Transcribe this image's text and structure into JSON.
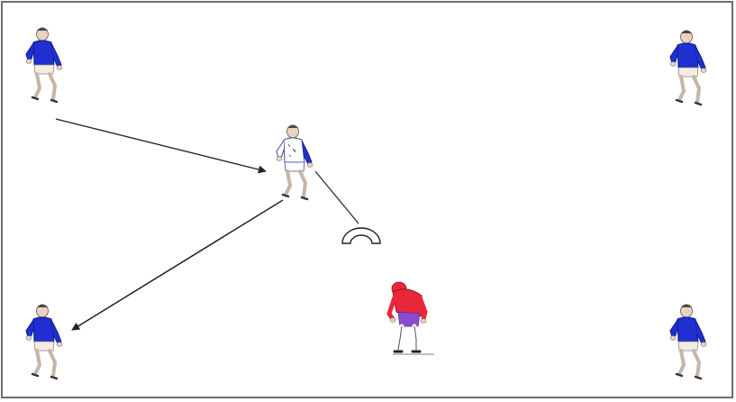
{
  "diagram": {
    "colors": {
      "attacker_shirt": "#1f2fd0",
      "attacker_shirt_dark": "#1020a8",
      "skin": "#e9d2bf",
      "hair": "#4a4a4a",
      "defender_shirt": "#e8283a",
      "defender_shorts": "#8a4ccf",
      "receiver_shirt": "#ffffff",
      "line": "#222222",
      "border": "#6e6e6e"
    },
    "players": [
      {
        "id": "attacker-top-left",
        "role": "attacker",
        "icon": "rugby-player-running-icon"
      },
      {
        "id": "attacker-top-right",
        "role": "attacker",
        "icon": "rugby-player-running-icon"
      },
      {
        "id": "attacker-bottom-left",
        "role": "attacker",
        "icon": "rugby-player-running-icon"
      },
      {
        "id": "attacker-bottom-right",
        "role": "attacker",
        "icon": "rugby-player-running-icon"
      },
      {
        "id": "ball-carrier-center",
        "role": "receiver",
        "icon": "rugby-player-running-icon"
      },
      {
        "id": "defender-crouching",
        "role": "defender",
        "icon": "rugby-player-crouching-icon"
      }
    ],
    "markers": [
      {
        "id": "cone-marker",
        "icon": "cone-marker-icon"
      }
    ],
    "arrows": [
      {
        "id": "pass-arrow-in",
        "from": "attacker-top-left",
        "to": "ball-carrier-center",
        "style": "arrow"
      },
      {
        "id": "pass-arrow-out",
        "from": "ball-carrier-center",
        "to": "attacker-bottom-left",
        "style": "arrow"
      },
      {
        "id": "run-line",
        "from": "ball-carrier-center",
        "to": "cone-marker",
        "style": "line"
      }
    ]
  }
}
